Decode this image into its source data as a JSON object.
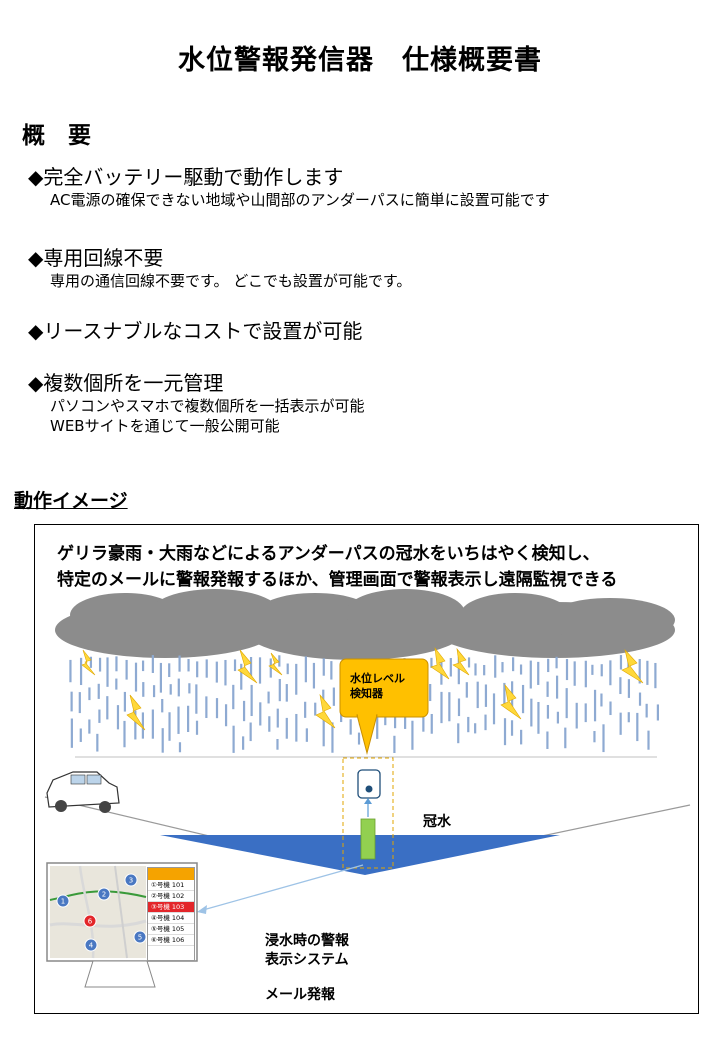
{
  "title": "水位警報発信器　仕様概要書",
  "overview_heading": "概　要",
  "features": [
    {
      "heading": "◆完全バッテリー駆動で動作します",
      "details": [
        "AC電源の確保できない地域や山間部のアンダーパスに簡単に設置可能です"
      ]
    },
    {
      "heading": "◆専用回線不要",
      "details": [
        "専用の通信回線不要です。 どこでも設置が可能です。"
      ]
    },
    {
      "heading": "◆リースナブルなコストで設置が可能",
      "details": []
    },
    {
      "heading": "◆複数個所を一元管理",
      "details": [
        "パソコンやスマホで複数個所を一括表示が可能",
        "WEBサイトを通じて一般公開可能"
      ]
    }
  ],
  "image_heading": "動作イメージ",
  "diagram": {
    "headline_lines": [
      "ゲリラ豪雨・大雨などによるアンダーパスの冠水をいちはやく検知し、",
      "特定のメールに警報発報するほか、管理画面で警報表示し遠隔監視できる"
    ],
    "sensor_label_lines": [
      "水位レベル",
      "検知器"
    ],
    "flood_label": "冠水",
    "display_label_lines": [
      "浸水時の警報",
      "表示システム"
    ],
    "mail_label": "メール発報",
    "map_markers": [
      "1",
      "2",
      "3",
      "4",
      "5",
      "6"
    ],
    "list_rows": [
      "①号機 101",
      "②号機 102",
      "③号機 103",
      "④号機 104",
      "⑤号機 105",
      "⑥号機 106"
    ],
    "colors": {
      "cloud": "#8c8c8c",
      "rain": "#8eaad2",
      "lightning": "#ffd83a",
      "callout": "#ffc000",
      "water": "#3a6fc4",
      "sensor_pipe": "#92d050",
      "alert_row": "#e3262a",
      "list_header": "#f5a300"
    }
  }
}
